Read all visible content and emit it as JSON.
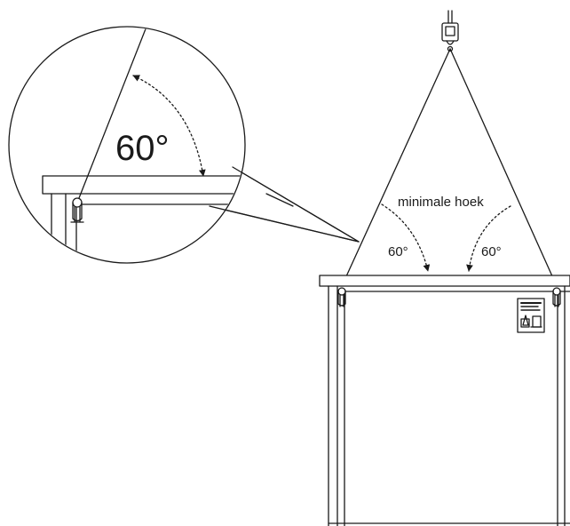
{
  "diagram": {
    "labels": {
      "zoom_angle": "60°",
      "min_angle_caption": "minimale hoek",
      "left_angle": "60°",
      "right_angle": "60°"
    },
    "colors": {
      "line": "#1a1a1a",
      "background": "#ffffff"
    },
    "icons": [
      "crane-hook-icon",
      "shackle-icon",
      "warning-label-icon"
    ]
  }
}
